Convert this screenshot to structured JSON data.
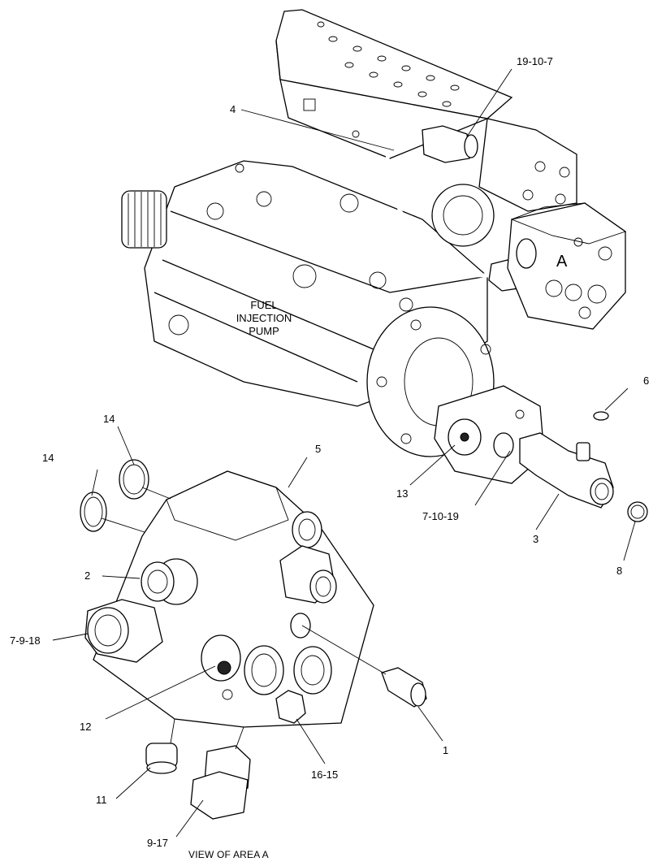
{
  "labels": {
    "pump": [
      "FUEL",
      "INJECTION",
      "PUMP"
    ],
    "area_letter": "A",
    "caption": "VIEW OF AREA  A"
  },
  "callouts": [
    {
      "id": "c-19-10-7",
      "text": "19-10-7"
    },
    {
      "id": "c-4",
      "text": "4"
    },
    {
      "id": "c-6",
      "text": "6"
    },
    {
      "id": "c-14a",
      "text": "14"
    },
    {
      "id": "c-14b",
      "text": "14"
    },
    {
      "id": "c-5",
      "text": "5"
    },
    {
      "id": "c-13",
      "text": "13"
    },
    {
      "id": "c-7-10-19",
      "text": "7-10-19"
    },
    {
      "id": "c-3",
      "text": "3"
    },
    {
      "id": "c-8",
      "text": "8"
    },
    {
      "id": "c-2",
      "text": "2"
    },
    {
      "id": "c-7-9-18",
      "text": "7-9-18"
    },
    {
      "id": "c-12",
      "text": "12"
    },
    {
      "id": "c-1",
      "text": "1"
    },
    {
      "id": "c-16-15",
      "text": "16-15"
    },
    {
      "id": "c-11",
      "text": "11"
    },
    {
      "id": "c-9-17",
      "text": "9-17"
    }
  ]
}
